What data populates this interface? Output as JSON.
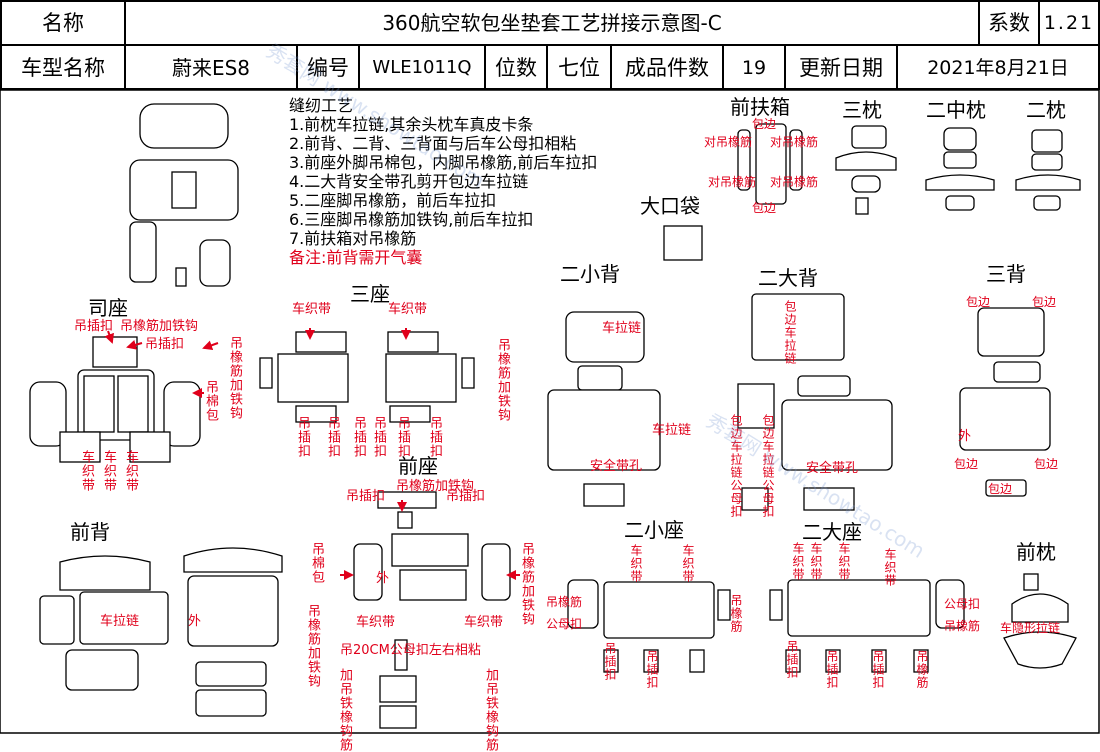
{
  "header": {
    "name_label": "名称",
    "name_value": "360航空软包坐垫套工艺拼接示意图-C",
    "series_label": "系数",
    "series_value": "1.21",
    "model_label": "车型名称",
    "model_value": "蔚来ES8",
    "code_label": "编号",
    "code_value": "WLE1011Q",
    "seats_label": "位数",
    "seats_value": "七位",
    "pieces_label": "成品件数",
    "pieces_value": "19",
    "date_label": "更新日期",
    "date_value": "2021年8月21日"
  },
  "process": {
    "title": "缝纫工艺",
    "steps": [
      "1.前枕车拉链,其余头枕车真皮卡条",
      "2.前背、二背、三背面与后车公母扣相粘",
      "3.前座外脚吊棉包，内脚吊橡筋,前后车拉扣",
      "4.二大背安全带孔剪开包边车拉链",
      "5.二座脚吊橡筋，前后车拉扣",
      "6.三座脚吊橡筋加铁钩,前后车拉扣",
      "7.前扶箱对吊橡筋"
    ],
    "note": "备注:前背需开气囊"
  },
  "sections": {
    "driver_seat": "司座",
    "third_seat": "三座",
    "front_seat": "前座",
    "front_back": "前背",
    "second_small_back": "二小背",
    "second_large_back": "二大背",
    "third_back": "三背",
    "second_small_seat": "二小座",
    "second_large_seat": "二大座",
    "front_pillow": "前枕",
    "front_armrest": "前扶箱",
    "third_pillow": "三枕",
    "second_mid_pillow": "二中枕",
    "second_pillow": "二枕",
    "big_pocket": "大口袋"
  },
  "annotations": {
    "hang_clip": "吊插扣",
    "hang_elastic_hook": "吊橡筋加铁钩",
    "sew_belt": "车织带",
    "hang_cotton_pack": "吊棉包",
    "hang_elastic_hook_v": "吊橡筋加铁钩",
    "zipper": "车拉链",
    "edge_binding": "包边",
    "outer": "外",
    "pair_hang_elastic": "对吊橡筋",
    "hang_20cm": "吊20CM公母扣左右相粘",
    "add_hang_hook": "加吊铁橡钩筋",
    "hang_elastic": "吊橡筋",
    "male_female_clip": "公母扣",
    "belt_hole": "安全带孔",
    "binding_zipper": "包边车拉链",
    "belt_hole_bind": "包边车拉链公母扣",
    "car_headrest_zipper": "车隐形拉链"
  },
  "watermark": "秀套网 www.showtao.com"
}
